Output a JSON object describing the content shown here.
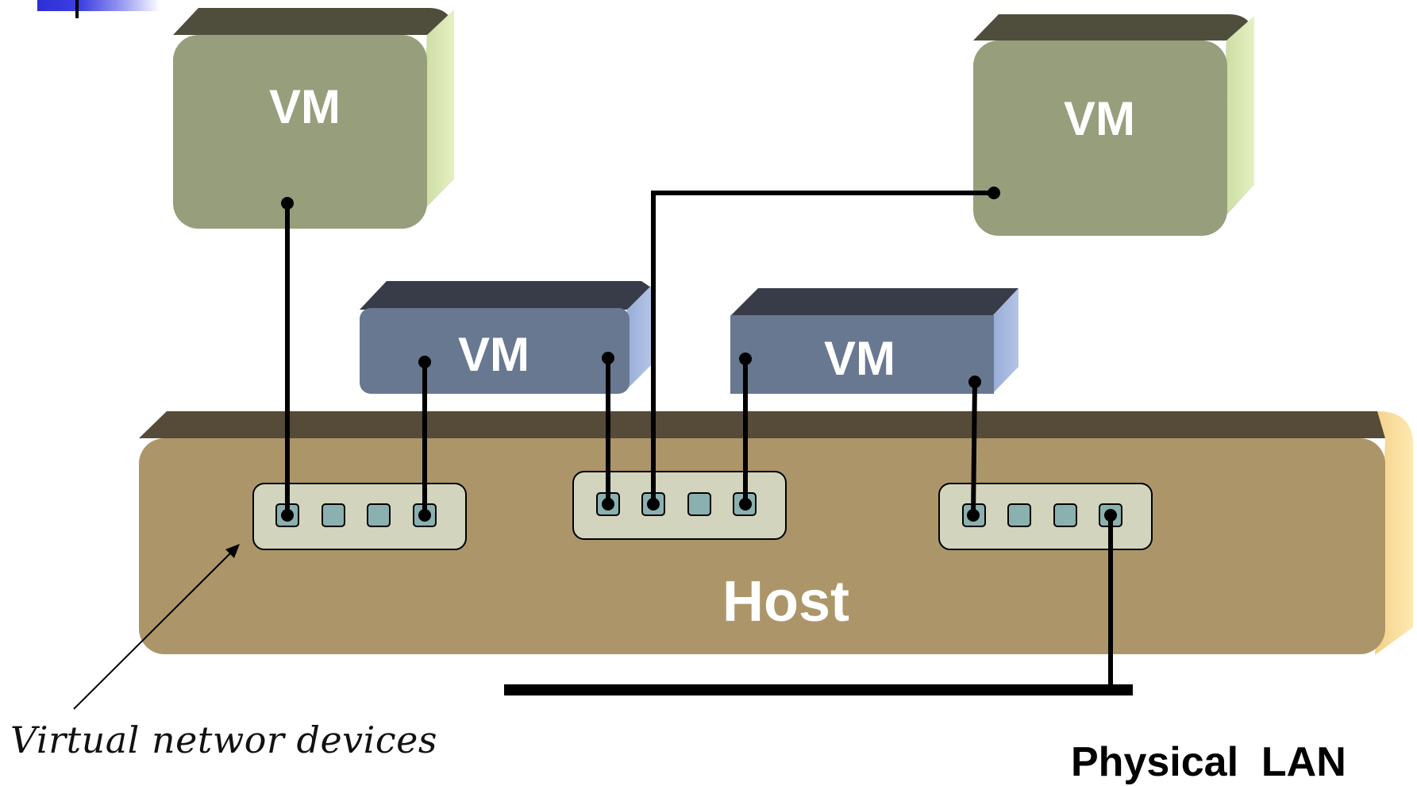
{
  "diagram": {
    "vms": [
      {
        "id": "vm-1",
        "label": "VM",
        "color": "#979e7c"
      },
      {
        "id": "vm-2",
        "label": "VM",
        "color": "#979e7c"
      },
      {
        "id": "vm-3",
        "label": "VM",
        "color": "#687891"
      },
      {
        "id": "vm-4",
        "label": "VM",
        "color": "#687891"
      }
    ],
    "host": {
      "label": "Host",
      "color": "#ac9669"
    },
    "switches": [
      {
        "id": "switch-left",
        "ports": 4
      },
      {
        "id": "switch-middle",
        "ports": 4
      },
      {
        "id": "switch-right",
        "ports": 4
      }
    ],
    "annotation": {
      "label": "Virtual networ devices"
    },
    "lan": {
      "label": "Physical  LAN"
    },
    "colors": {
      "port": "#8ab1b0",
      "switch": "#d2d4bd",
      "wire": "#000000"
    }
  }
}
